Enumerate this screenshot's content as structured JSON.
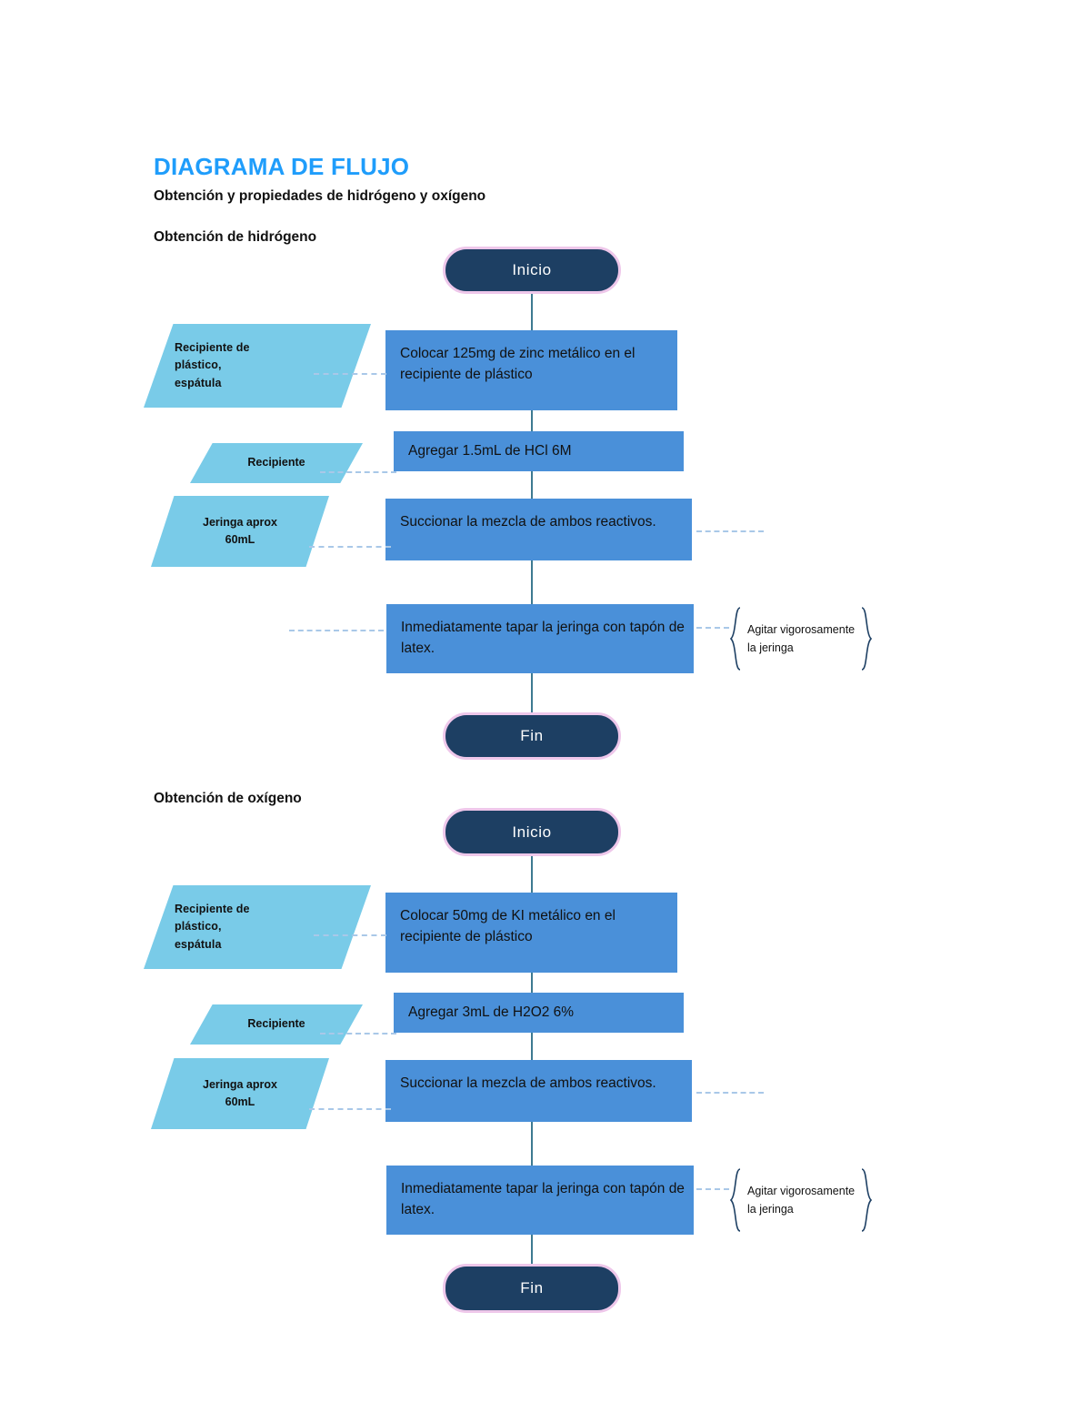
{
  "document": {
    "title": "DIAGRAMA DE FLUJO",
    "subtitle": "Obtención y propiedades de hidrógeno y oxígeno"
  },
  "sections": [
    {
      "heading": "Obtención de hidrógeno",
      "start_label": "Inicio",
      "end_label": "Fin",
      "steps": [
        "Colocar 125mg de zinc metálico en el recipiente de plástico",
        "Agregar 1.5mL de HCl 6M",
        "Succionar la mezcla de ambos reactivos.",
        "Inmediatamente tapar la jeringa con tapón de latex."
      ],
      "inputs": [
        "Recipiente de\nplástico,\nespátula",
        "Recipiente",
        "Jeringa aprox\n60mL"
      ],
      "note": "Agitar vigorosamente\nla jeringa"
    },
    {
      "heading": "Obtención de oxígeno",
      "start_label": "Inicio",
      "end_label": "Fin",
      "steps": [
        "Colocar 50mg de KI metálico en el recipiente de plástico",
        "Agregar 3mL de H2O2 6%",
        "Succionar la mezcla de ambos reactivos.",
        "Inmediatamente tapar la jeringa con tapón de latex."
      ],
      "inputs": [
        "Recipiente de\nplástico,\nespátula",
        "Recipiente",
        "Jeringa aprox\n60mL"
      ],
      "note": "Agitar vigorosamente\nla jeringa"
    }
  ],
  "colors": {
    "title": "#1f9dfb",
    "process_fill": "#4a90d9",
    "input_fill": "#79cbe8",
    "terminator_fill": "#1d3f63",
    "terminator_border": "#eec7ea",
    "connector": "#3e7a91",
    "dashed_connector": "#a9c8e8"
  }
}
